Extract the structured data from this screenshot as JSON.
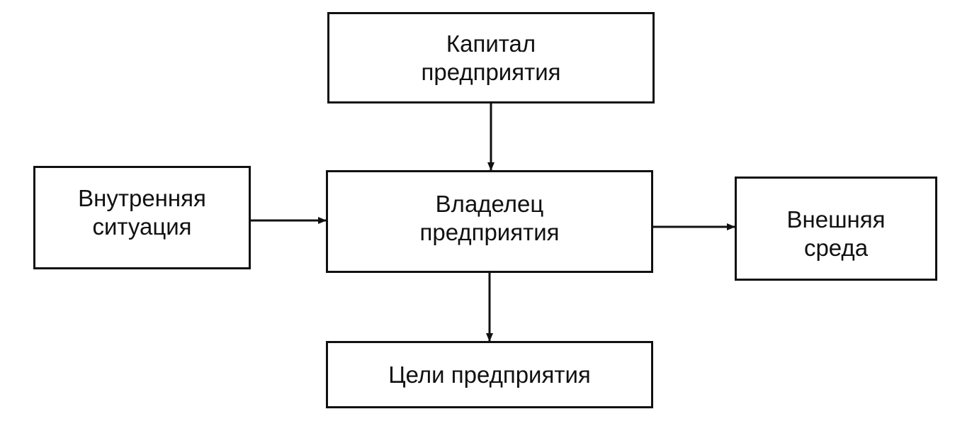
{
  "nodes": {
    "capital": "Капитал\nпредприятия",
    "owner": "Владелец\nпредприятия",
    "internal": "Внутренняя\nситуация",
    "external": "Внешняя\nсреда",
    "goals": "Цели предприятия"
  },
  "edges": [
    {
      "from": "capital",
      "to": "owner"
    },
    {
      "from": "internal",
      "to": "owner"
    },
    {
      "from": "owner",
      "to": "external"
    },
    {
      "from": "owner",
      "to": "goals"
    }
  ]
}
